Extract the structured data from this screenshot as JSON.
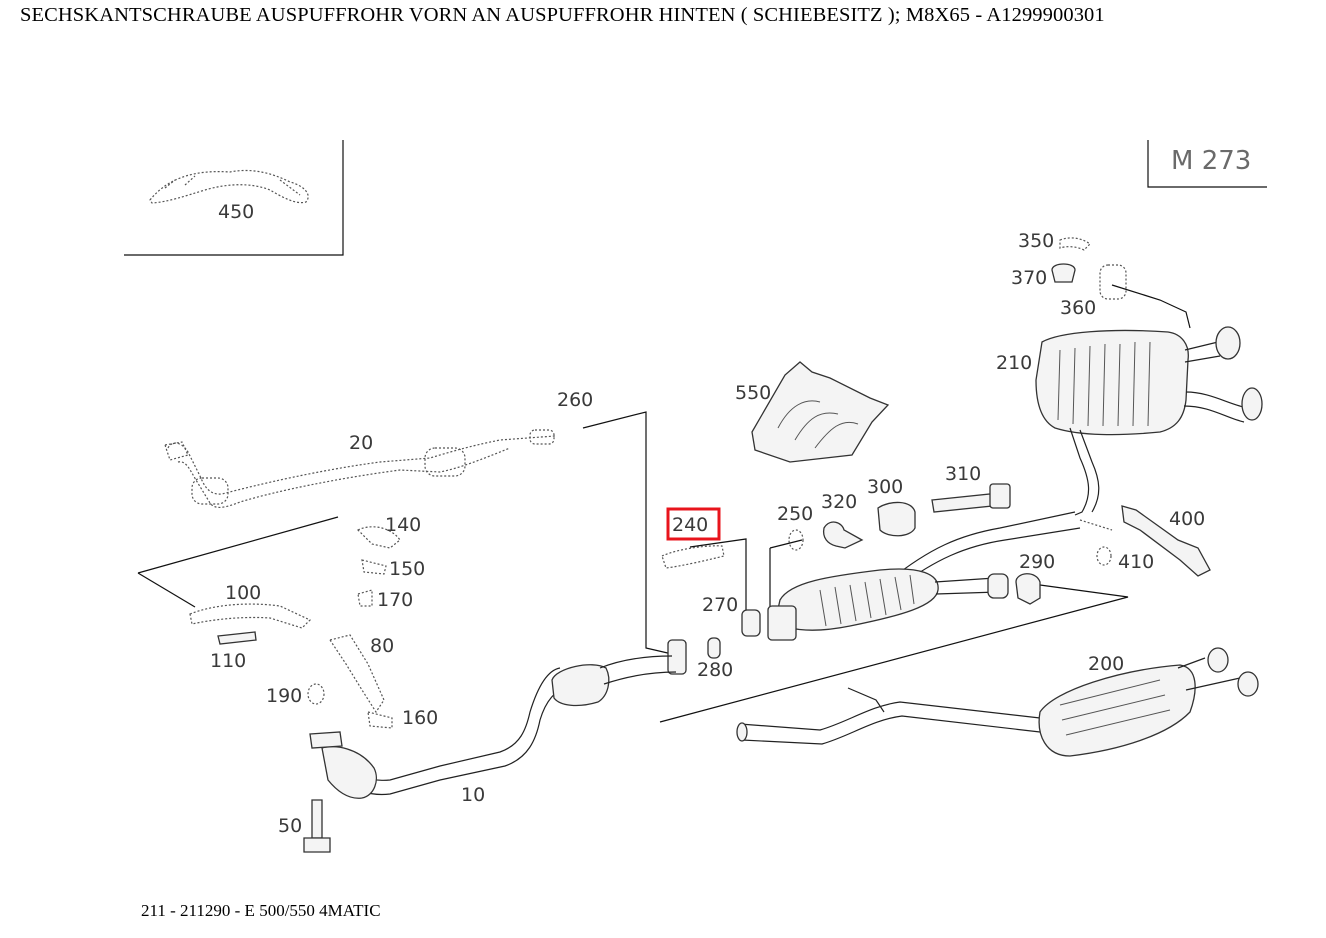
{
  "title": "SECHSKANTSCHRAUBE AUSPUFFROHR VORN AN AUSPUFFROHR HINTEN ( SCHIEBESITZ ); M8X65 - A1299900301",
  "footer": "211 - 211290 - E 500/550 4MATIC",
  "engine_label": "M 273",
  "highlighted_part": "240",
  "highlight_color": "#e8141c",
  "part_labels": {
    "p450": "450",
    "p20": "20",
    "p260": "260",
    "p550": "550",
    "p350": "350",
    "p370": "370",
    "p360": "360",
    "p210": "210",
    "p310": "310",
    "p300": "300",
    "p320": "320",
    "p250": "250",
    "p240": "240",
    "p140": "140",
    "p150": "150",
    "p170": "170",
    "p100": "100",
    "p110": "110",
    "p80": "80",
    "p190": "190",
    "p160": "160",
    "p270": "270",
    "p280": "280",
    "p290": "290",
    "p410": "410",
    "p400": "400",
    "p200": "200",
    "p10": "10",
    "p50": "50"
  }
}
